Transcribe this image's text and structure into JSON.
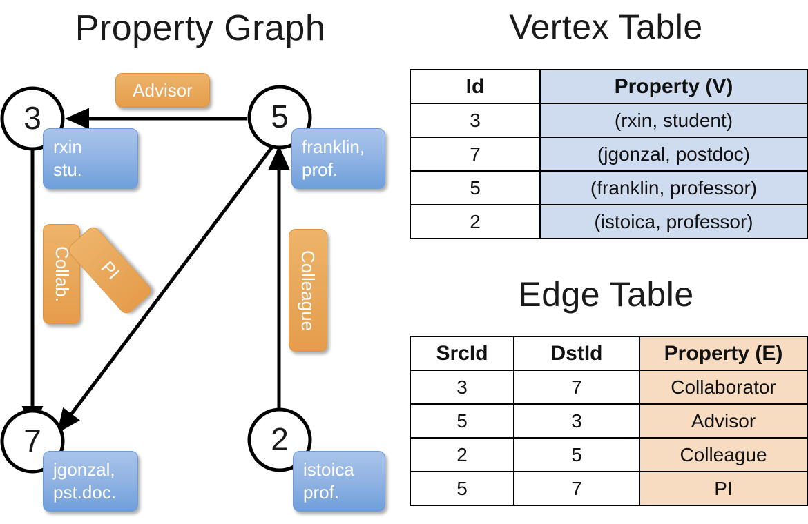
{
  "titles": {
    "property_graph": "Property Graph",
    "vertex_table": "Vertex Table",
    "edge_table": "Edge Table"
  },
  "graph": {
    "nodes": [
      {
        "id": "3",
        "label": "3",
        "property_lines": [
          "rxin",
          "stu."
        ]
      },
      {
        "id": "5",
        "label": "5",
        "property_lines": [
          "franklin,",
          "prof."
        ]
      },
      {
        "id": "7",
        "label": "7",
        "property_lines": [
          "jgonzal,",
          "pst.doc."
        ]
      },
      {
        "id": "2",
        "label": "2",
        "property_lines": [
          "istoica",
          "prof."
        ]
      }
    ],
    "edge_labels": [
      {
        "name": "advisor",
        "text": "Advisor"
      },
      {
        "name": "collab",
        "text": "Collab."
      },
      {
        "name": "pi",
        "text": "PI"
      },
      {
        "name": "colleague",
        "text": "Colleague"
      }
    ],
    "colors": {
      "vertex_property": "#93b5e4",
      "edge_property": "#e9a95c",
      "node_stroke": "#000000",
      "edge_stroke": "#000000"
    }
  },
  "vertex_table": {
    "headers": [
      "Id",
      "Property (V)"
    ],
    "rows": [
      {
        "id": "3",
        "property": "(rxin, student)"
      },
      {
        "id": "7",
        "property": "(jgonzal, postdoc)"
      },
      {
        "id": "5",
        "property": "(franklin, professor)"
      },
      {
        "id": "2",
        "property": "(istoica, professor)"
      }
    ],
    "highlight_color": "#cfdcf0"
  },
  "edge_table": {
    "headers": [
      "SrcId",
      "DstId",
      "Property (E)"
    ],
    "rows": [
      {
        "src": "3",
        "dst": "7",
        "property": "Collaborator"
      },
      {
        "src": "5",
        "dst": "3",
        "property": "Advisor"
      },
      {
        "src": "2",
        "dst": "5",
        "property": "Colleague"
      },
      {
        "src": "5",
        "dst": "7",
        "property": "PI"
      }
    ],
    "highlight_color": "#f7dcc2"
  }
}
